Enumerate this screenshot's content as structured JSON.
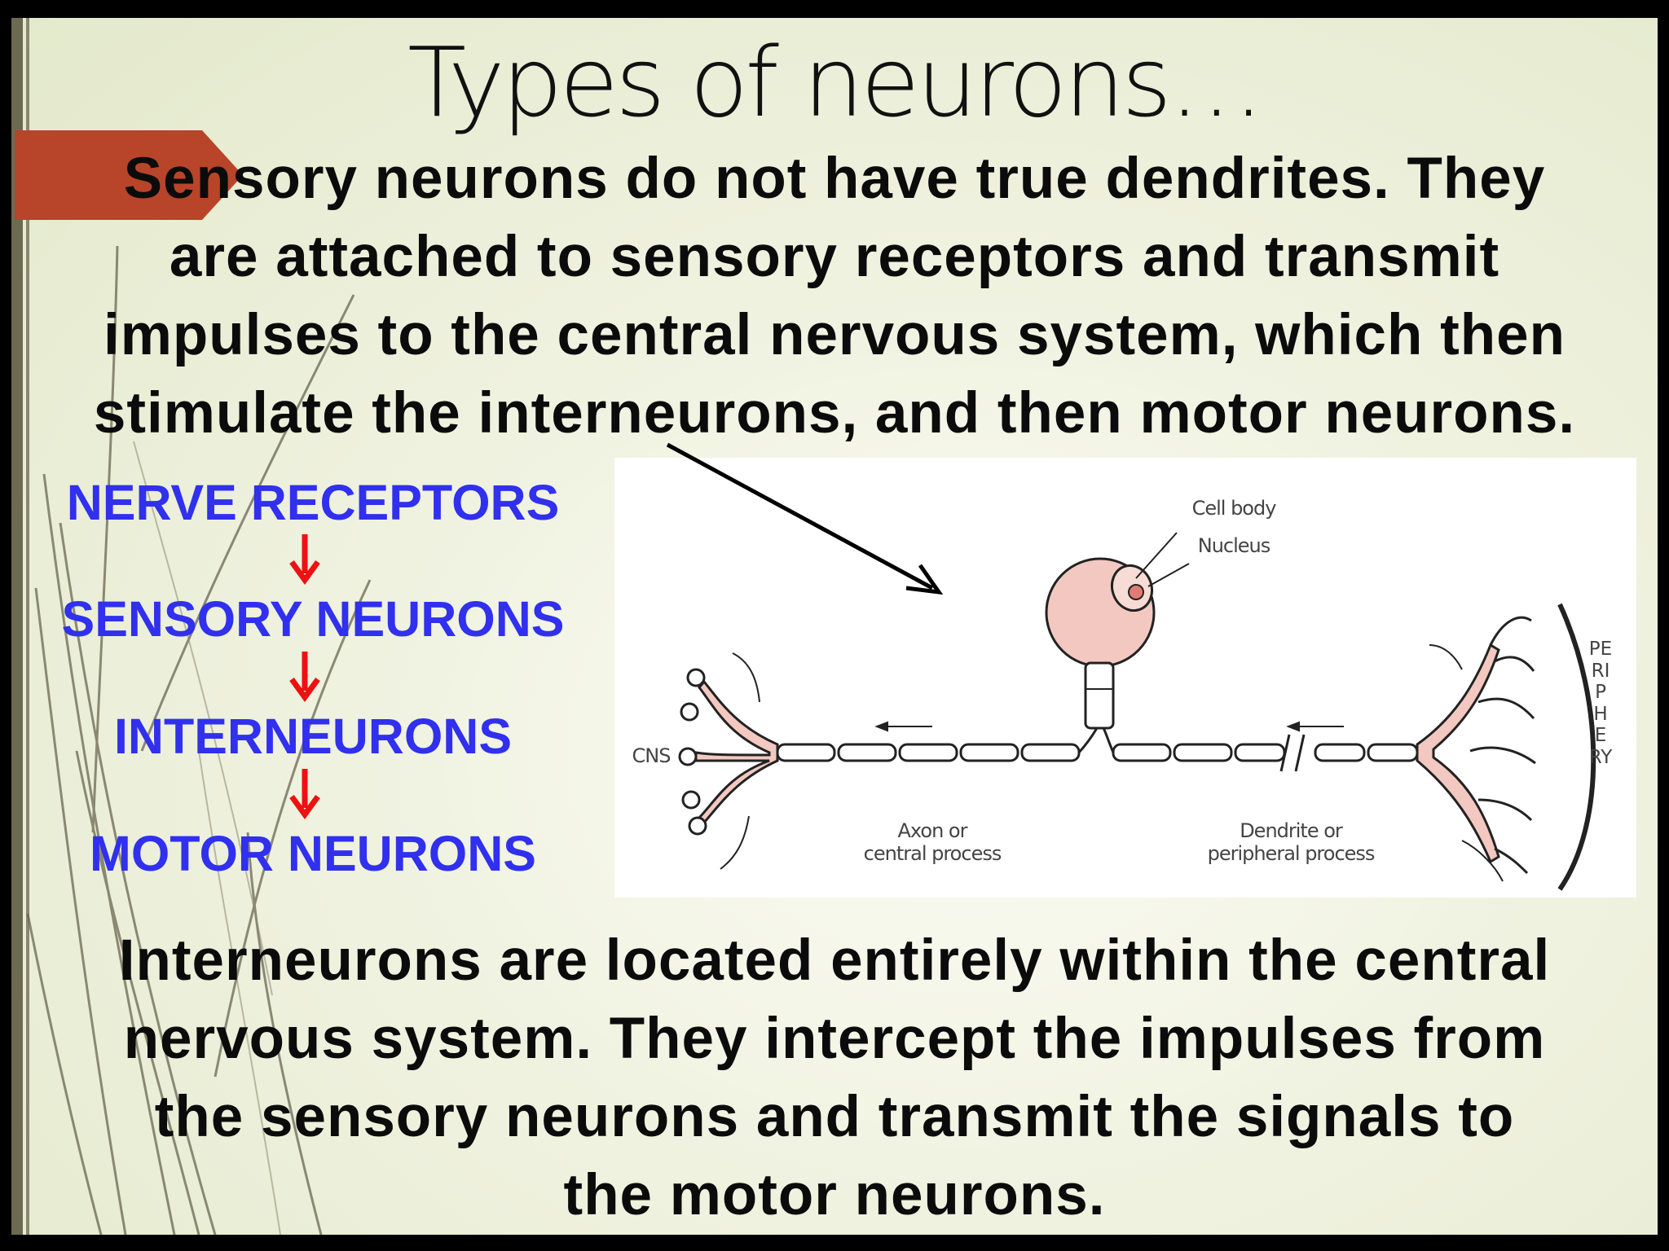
{
  "slide": {
    "title": "Types of neurons…",
    "top_paragraph": "Sensory neurons do not have true dendrites.  They\nare attached to sensory receptors and transmit\nimpulses to the central nervous system, which then\nstimulate the interneurons, and then motor neurons.",
    "bottom_paragraph": "Interneurons are located entirely within the central\nnervous system. They intercept the impulses from\nthe sensory neurons and transmit the signals to\nthe motor neurons."
  },
  "flow": {
    "items": [
      "NERVE RECEPTORS",
      "SENSORY NEURONS",
      "INTERNEURONS",
      "MOTOR NEURONS"
    ],
    "text_color": "#3030ee",
    "arrow_color": "#ee1111"
  },
  "diagram": {
    "cell_body_label": "Cell body",
    "nucleus_label": "Nucleus",
    "cns_label": "CNS",
    "axon_label": "Axon or\ncentral process",
    "dendrite_label": "Dendrite or\nperipheral process",
    "periphery_label": "PERIPHERY"
  },
  "colors": {
    "accent_tag": "#b8442a",
    "background": "#f1f3e2",
    "cell_fill": "#f2c8c0"
  }
}
